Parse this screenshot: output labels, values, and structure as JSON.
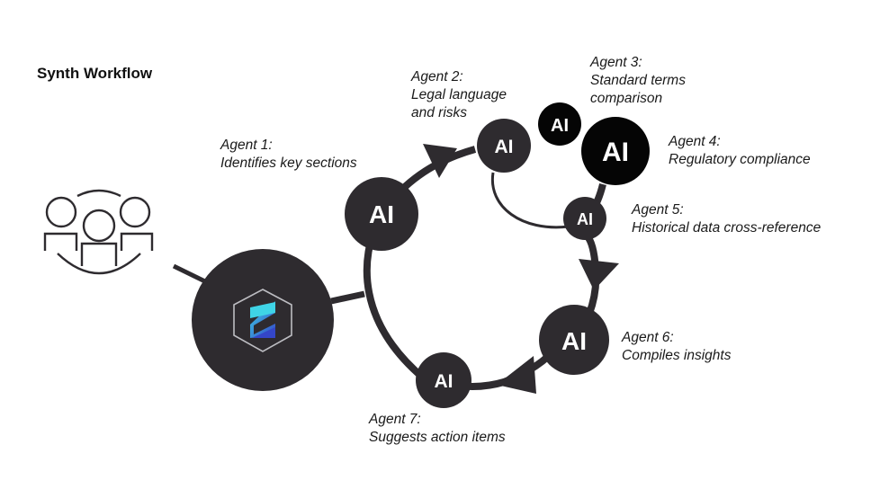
{
  "title": "Synth Workflow",
  "colors": {
    "node": "#2e2b2f",
    "node_black": "#050505",
    "hub": "#2e2b2f",
    "logo_cyan": "#3fd4e6",
    "logo_blue": "#3446c8"
  },
  "icons": {
    "team": "users-group-icon",
    "hub_logo": "hexagon-logo-icon"
  },
  "nodes": [
    {
      "text": "AI"
    },
    {
      "text": "AI"
    },
    {
      "text": "AI"
    },
    {
      "text": "AI"
    },
    {
      "text": "AI"
    },
    {
      "text": "AI"
    },
    {
      "text": "AI"
    }
  ],
  "agents": [
    {
      "name": "Agent 1:",
      "desc": [
        "Identifies key sections"
      ]
    },
    {
      "name": "Agent 2:",
      "desc": [
        "Legal language",
        "and risks"
      ]
    },
    {
      "name": "Agent 3:",
      "desc": [
        "Standard terms",
        "comparison"
      ]
    },
    {
      "name": "Agent 4:",
      "desc": [
        "Regulatory compliance"
      ]
    },
    {
      "name": "Agent 5:",
      "desc": [
        "Historical data cross-reference"
      ]
    },
    {
      "name": "Agent 6:",
      "desc": [
        "Compiles insights"
      ]
    },
    {
      "name": "Agent 7:",
      "desc": [
        "Suggests action items"
      ]
    }
  ]
}
